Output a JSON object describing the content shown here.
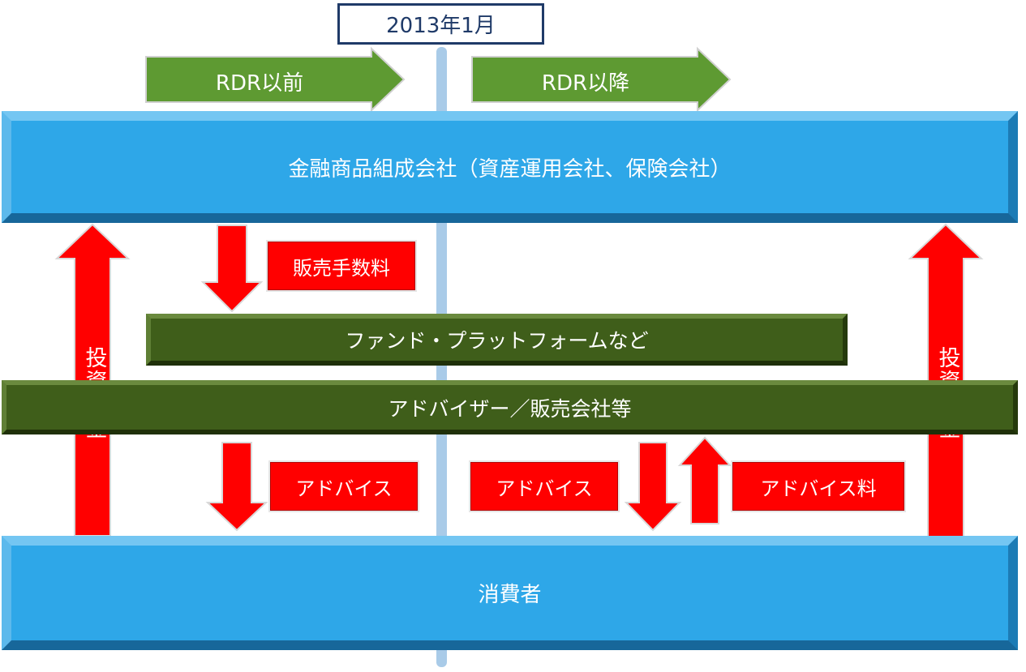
{
  "date_label": "2013年1月",
  "periods": {
    "before": "RDR以前",
    "after": "RDR以降"
  },
  "issuers": "金融商品組成会社（資産運用会社、保険会社）",
  "platform": "ファンド・プラットフォームなど",
  "adviser": "アドバイザー／販売会社等",
  "consumer": "消費者",
  "flows": {
    "sales_fee": "販売手数料",
    "advice_before": "アドバイス",
    "advice_after": "アドバイス",
    "advice_fee": "アドバイス料",
    "investment_left": "投資資金",
    "investment_right": "投資資金"
  },
  "colors": {
    "block_blue": "#2ea7e8",
    "bar_green": "#3f5e1a",
    "arrow_green": "#5e9a32",
    "flow_red": "#ff0000",
    "date_border": "#1f3a68",
    "divider": "#a9cbe8"
  }
}
